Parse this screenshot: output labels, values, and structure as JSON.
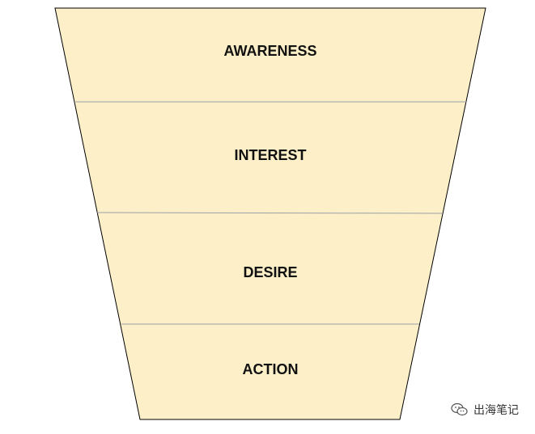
{
  "funnel": {
    "stages": [
      {
        "label": "AWARENESS"
      },
      {
        "label": "INTEREST"
      },
      {
        "label": "DESIRE"
      },
      {
        "label": "ACTION"
      }
    ],
    "fill_color": "#fdefc8",
    "stroke_color": "#000000",
    "divider_color": "#9aa0a6"
  },
  "watermark": {
    "text": "出海笔记",
    "icon": "wechat-icon"
  }
}
